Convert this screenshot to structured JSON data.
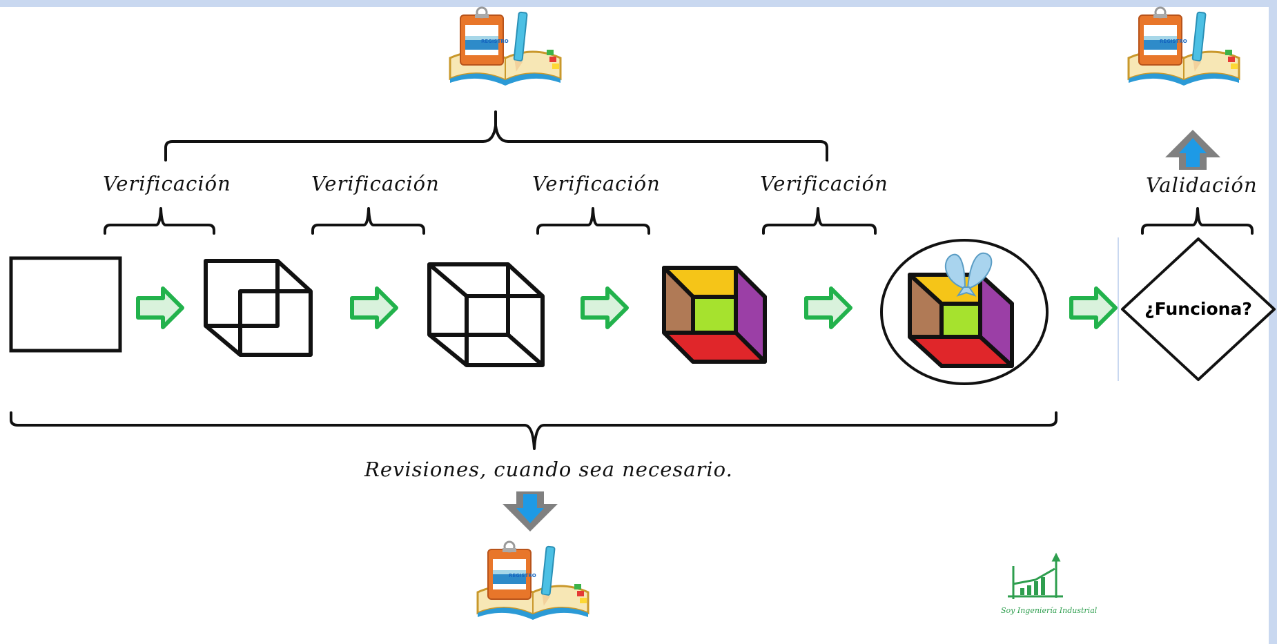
{
  "labels": {
    "verification_1": "Verificación",
    "verification_2": "Verificación",
    "verification_3": "Verificación",
    "verification_4": "Verificación",
    "validation": "Validación",
    "revisions": "Revisiones, cuando sea necesario.",
    "decision": "¿Funciona?"
  },
  "icons": {
    "registry_top": {
      "badge_text": "REGISTRO",
      "icon": "registry-book-icon"
    },
    "registry_right": {
      "badge_text": "REGISTRO",
      "icon": "registry-book-icon"
    },
    "registry_bottom": {
      "badge_text": "REGISTRO",
      "icon": "registry-book-icon"
    }
  },
  "logo": {
    "text": "Soy Ingeniería Industrial"
  },
  "colors": {
    "flow_arrow": "#22b24c",
    "flow_arrow_fill": "#d9f2dc",
    "cube_top": "#f5c518",
    "cube_left": "#b07a56",
    "cube_right": "#9b3fa6",
    "cube_bottom": "#e0262a",
    "cube_center": "#a6e22e",
    "bow": "#a9d4ee",
    "registry_arrow": "#808080",
    "registry_arrow_inner": "#1e9ae6"
  }
}
